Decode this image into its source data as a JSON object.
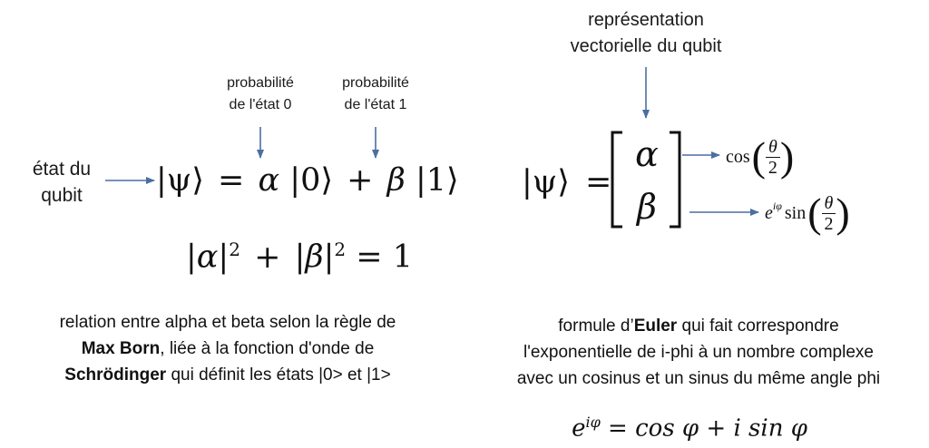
{
  "left": {
    "prob0": {
      "line1": "probabilité",
      "line2": "de l'état 0"
    },
    "prob1": {
      "line1": "probabilité",
      "line2": "de l'état 1"
    },
    "state": {
      "line1": "état du",
      "line2": "qubit"
    },
    "eq1": {
      "psi": "|ψ⟩",
      "eq": "=",
      "alpha": "α",
      "ket0": "|0⟩",
      "plus": "+",
      "beta": "β",
      "ket1": "|1⟩"
    },
    "eq2": {
      "lhs": "|α|",
      "exp1": "2",
      "plus": "+",
      "mid": "|β|",
      "exp2": "2",
      "rhs": "= 1"
    },
    "caption": {
      "line1": "relation entre alpha et beta selon la règle de",
      "line2_bold": "Max Born",
      "line2_rest": ", liée à la fonction d'onde de",
      "line3_bold": "Schrödinger",
      "line3_rest": " qui définit les états |0> et |1>"
    }
  },
  "right": {
    "vecrep": {
      "line1": "représentation",
      "line2": "vectorielle du qubit"
    },
    "vector": {
      "psi": "|ψ⟩",
      "eq": "=",
      "alpha": "α",
      "beta": "β"
    },
    "cos_term": {
      "fn": "cos",
      "num": "θ",
      "den": "2"
    },
    "sin_term": {
      "base": "e",
      "exp": "iφ",
      "fn": "sin",
      "num": "θ",
      "den": "2"
    },
    "caption": {
      "line1_a": "formule d’",
      "line1_bold": "Euler",
      "line1_b": " qui fait correspondre",
      "line2": "l'exponentielle de i-phi à un nombre complexe",
      "line3": "avec un cosinus et un sinus du même angle phi"
    },
    "euler": {
      "base": "e",
      "exp": "iφ",
      "rest": " = cos φ + i sin φ"
    }
  },
  "colors": {
    "arrow": "#4a6fa0",
    "text": "#111111"
  }
}
